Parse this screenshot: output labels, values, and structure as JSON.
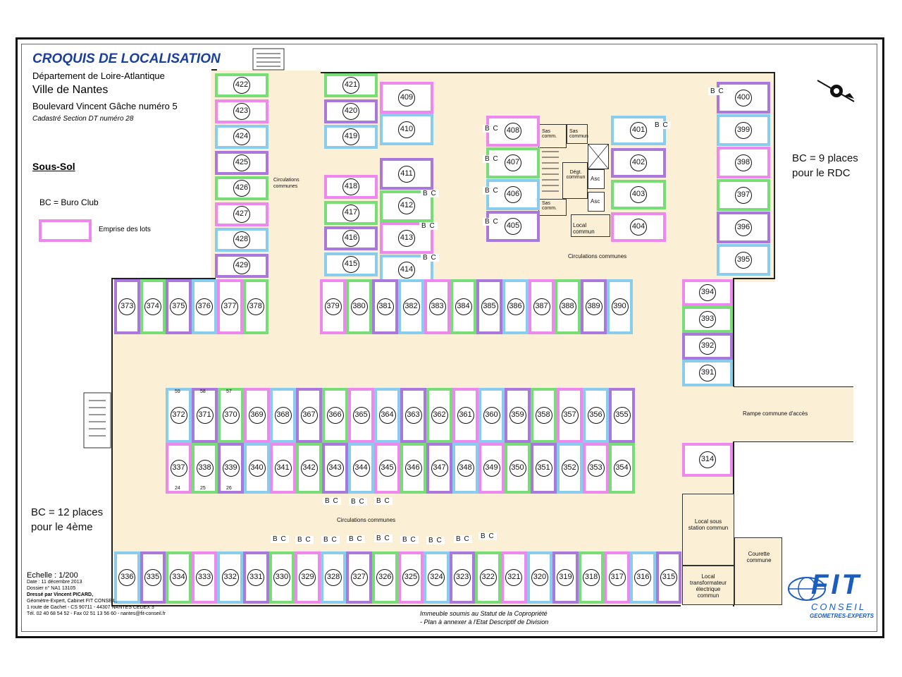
{
  "title": "CROQUIS DE LOCALISATION",
  "department": "Département de Loire-Atlantique",
  "city": "Ville de Nantes",
  "address": "Boulevard Vincent Gâche numéro 5",
  "cadastre": "Cadastré Section DT numéro 28",
  "level": "Sous-Sol",
  "legend": {
    "bc_def": "BC = Buro Club",
    "lot_label": "Emprise des lots",
    "lot_color": "#ee88ee"
  },
  "notes": {
    "rdc_line1": "BC = 9 places",
    "rdc_line2": "pour le RDC",
    "fourth_line1": "BC = 12 places",
    "fourth_line2": "pour le 4ème"
  },
  "areas": {
    "circ_top_left": "Circulations communes",
    "circ_top_right": "Circulations communes",
    "circ_bottom": "Circulations communes",
    "ramp": "Rampe commune d'accès",
    "sas1": "Sas comm.",
    "sas2": "Sas commun",
    "sas3": "Sas comm.",
    "degt": "Dégt. commun",
    "asc1": "Asc",
    "asc2": "Asc",
    "local_commun": "Local commun",
    "local_sous_station": "Local sous station commun",
    "courette": "Courette commune",
    "local_transfo": "Local transformateur électrique commun"
  },
  "bc_marker": "B C",
  "small_labels": [
    "59",
    "58",
    "57",
    "24",
    "25",
    "26"
  ],
  "footer": {
    "scale": "Echelle : 1/200",
    "date": "Date : 11 décembre 2013",
    "dossier": "Dossier n° NA1 13105",
    "drawn_by": "Dressé par Vincent PICARD,",
    "firm": "Géomètre-Expert, Cabinet FIT CONSEIL,",
    "address": "1 route de Gachet - CS 90711 - 44307 NANTES CEDEX 3",
    "contact": "Tél. 02 40 68 54 52 - Fax 02 51 13 56 60 - nantes@fit-conseil.fr"
  },
  "status_note": {
    "line1": "Immeuble soumis au Statut de la Copropriété",
    "line2": "- Plan à annexer à l'Etat Descriptif de Division"
  },
  "logo": {
    "brand": "FIT",
    "line1": "CONSEIL",
    "line2": "GEOMETRES-EXPERTS",
    "color": "#1a5cc0"
  },
  "colors": {
    "pink": "#ee88ee",
    "purple": "#aa77dd",
    "blue": "#88ccee",
    "green": "#77dd77",
    "floor": "#fbefd6"
  },
  "lots": [
    {
      "n": "422",
      "c": "green"
    },
    {
      "n": "423",
      "c": "pink"
    },
    {
      "n": "424",
      "c": "blue"
    },
    {
      "n": "425",
      "c": "purple"
    },
    {
      "n": "426",
      "c": "green"
    },
    {
      "n": "427",
      "c": "pink"
    },
    {
      "n": "428",
      "c": "blue"
    },
    {
      "n": "429",
      "c": "purple"
    },
    {
      "n": "421",
      "c": "green"
    },
    {
      "n": "420",
      "c": "purple"
    },
    {
      "n": "419",
      "c": "blue"
    },
    {
      "n": "409",
      "c": "pink"
    },
    {
      "n": "410",
      "c": "blue"
    },
    {
      "n": "411",
      "c": "purple"
    },
    {
      "n": "412",
      "c": "green"
    },
    {
      "n": "413",
      "c": "pink"
    },
    {
      "n": "414",
      "c": "blue"
    },
    {
      "n": "418",
      "c": "pink"
    },
    {
      "n": "417",
      "c": "green"
    },
    {
      "n": "416",
      "c": "purple"
    },
    {
      "n": "415",
      "c": "blue"
    },
    {
      "n": "408",
      "c": "pink"
    },
    {
      "n": "407",
      "c": "green"
    },
    {
      "n": "406",
      "c": "blue"
    },
    {
      "n": "405",
      "c": "purple"
    },
    {
      "n": "401",
      "c": "blue"
    },
    {
      "n": "402",
      "c": "purple"
    },
    {
      "n": "403",
      "c": "green"
    },
    {
      "n": "404",
      "c": "pink"
    },
    {
      "n": "400",
      "c": "purple"
    },
    {
      "n": "399",
      "c": "blue"
    },
    {
      "n": "398",
      "c": "pink"
    },
    {
      "n": "397",
      "c": "green"
    },
    {
      "n": "396",
      "c": "purple"
    },
    {
      "n": "395",
      "c": "blue"
    },
    {
      "n": "373",
      "c": "purple"
    },
    {
      "n": "374",
      "c": "green"
    },
    {
      "n": "375",
      "c": "purple"
    },
    {
      "n": "376",
      "c": "blue"
    },
    {
      "n": "377",
      "c": "pink"
    },
    {
      "n": "378",
      "c": "green"
    },
    {
      "n": "379",
      "c": "pink"
    },
    {
      "n": "380",
      "c": "green"
    },
    {
      "n": "381",
      "c": "purple"
    },
    {
      "n": "382",
      "c": "blue"
    },
    {
      "n": "383",
      "c": "pink"
    },
    {
      "n": "384",
      "c": "green"
    },
    {
      "n": "385",
      "c": "purple"
    },
    {
      "n": "386",
      "c": "blue"
    },
    {
      "n": "387",
      "c": "pink"
    },
    {
      "n": "388",
      "c": "green"
    },
    {
      "n": "389",
      "c": "purple"
    },
    {
      "n": "390",
      "c": "blue"
    },
    {
      "n": "394",
      "c": "pink"
    },
    {
      "n": "393",
      "c": "green"
    },
    {
      "n": "392",
      "c": "purple"
    },
    {
      "n": "391",
      "c": "blue"
    },
    {
      "n": "372",
      "c": "blue"
    },
    {
      "n": "371",
      "c": "purple"
    },
    {
      "n": "370",
      "c": "green"
    },
    {
      "n": "369",
      "c": "pink"
    },
    {
      "n": "368",
      "c": "blue"
    },
    {
      "n": "367",
      "c": "purple"
    },
    {
      "n": "366",
      "c": "green"
    },
    {
      "n": "365",
      "c": "pink"
    },
    {
      "n": "364",
      "c": "blue"
    },
    {
      "n": "363",
      "c": "purple"
    },
    {
      "n": "362",
      "c": "green"
    },
    {
      "n": "361",
      "c": "pink"
    },
    {
      "n": "360",
      "c": "blue"
    },
    {
      "n": "359",
      "c": "purple"
    },
    {
      "n": "358",
      "c": "green"
    },
    {
      "n": "357",
      "c": "pink"
    },
    {
      "n": "356",
      "c": "blue"
    },
    {
      "n": "355",
      "c": "purple"
    },
    {
      "n": "337",
      "c": "pink"
    },
    {
      "n": "338",
      "c": "green"
    },
    {
      "n": "339",
      "c": "purple"
    },
    {
      "n": "340",
      "c": "blue"
    },
    {
      "n": "341",
      "c": "pink"
    },
    {
      "n": "342",
      "c": "green"
    },
    {
      "n": "343",
      "c": "purple"
    },
    {
      "n": "344",
      "c": "blue"
    },
    {
      "n": "345",
      "c": "pink"
    },
    {
      "n": "346",
      "c": "green"
    },
    {
      "n": "347",
      "c": "purple"
    },
    {
      "n": "348",
      "c": "blue"
    },
    {
      "n": "349",
      "c": "pink"
    },
    {
      "n": "350",
      "c": "green"
    },
    {
      "n": "351",
      "c": "purple"
    },
    {
      "n": "352",
      "c": "blue"
    },
    {
      "n": "353",
      "c": "pink"
    },
    {
      "n": "354",
      "c": "green"
    },
    {
      "n": "336",
      "c": "blue"
    },
    {
      "n": "335",
      "c": "purple"
    },
    {
      "n": "334",
      "c": "green"
    },
    {
      "n": "333",
      "c": "pink"
    },
    {
      "n": "332",
      "c": "blue"
    },
    {
      "n": "331",
      "c": "purple"
    },
    {
      "n": "330",
      "c": "green"
    },
    {
      "n": "329",
      "c": "pink"
    },
    {
      "n": "328",
      "c": "blue"
    },
    {
      "n": "327",
      "c": "purple"
    },
    {
      "n": "326",
      "c": "green"
    },
    {
      "n": "325",
      "c": "pink"
    },
    {
      "n": "324",
      "c": "blue"
    },
    {
      "n": "323",
      "c": "purple"
    },
    {
      "n": "322",
      "c": "green"
    },
    {
      "n": "321",
      "c": "pink"
    },
    {
      "n": "320",
      "c": "blue"
    },
    {
      "n": "319",
      "c": "purple"
    },
    {
      "n": "318",
      "c": "green"
    },
    {
      "n": "317",
      "c": "pink"
    },
    {
      "n": "316",
      "c": "blue"
    },
    {
      "n": "315",
      "c": "purple"
    },
    {
      "n": "314",
      "c": "pink"
    }
  ]
}
